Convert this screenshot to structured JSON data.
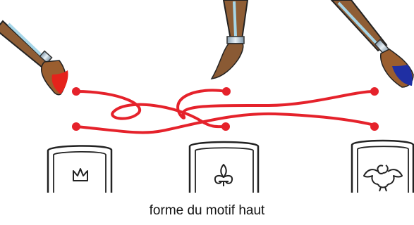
{
  "caption": "forme du motif haut",
  "brushes": [
    {
      "name": "brush-red",
      "paint_color": "#e5231b",
      "handle_color": "#c8823f",
      "tip_color": "#9b5a2a"
    },
    {
      "name": "brush-brown",
      "paint_color": "#8a5a34",
      "handle_color": "#c8823f",
      "tip_color": "#9b5a2a"
    },
    {
      "name": "brush-blue",
      "paint_color": "#1f2fa3",
      "handle_color": "#c8823f",
      "tip_color": "#9b5a2a"
    }
  ],
  "connector_color": "#e5222b",
  "cards": [
    {
      "name": "card-crown",
      "symbol": "crown-icon"
    },
    {
      "name": "card-fleur-de-lis",
      "symbol": "fleur-de-lis-icon"
    },
    {
      "name": "card-eagle",
      "symbol": "eagle-icon"
    }
  ]
}
